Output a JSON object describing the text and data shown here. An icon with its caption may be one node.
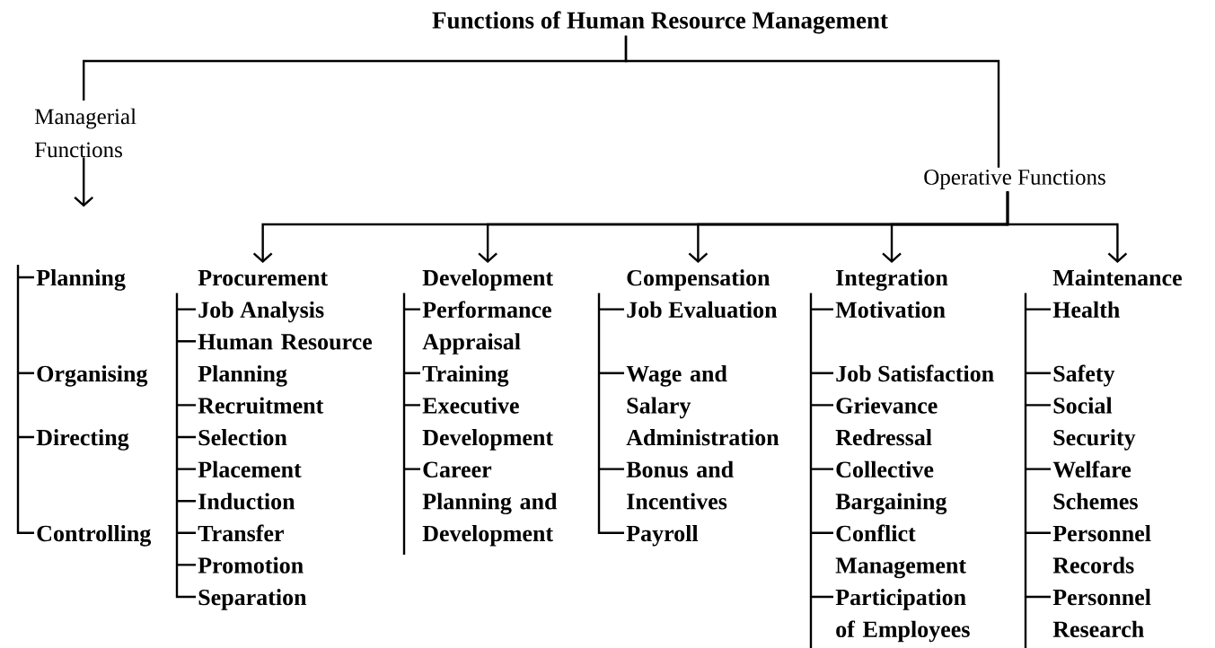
{
  "diagram": {
    "nodes": [
      {
        "text": [
          "Functions of Human Resource Management"
        ]
      },
      {
        "text": [
          "Managerial Functions"
        ]
      },
      {
        "text": [
          "Operative Functions"
        ]
      },
      {
        "text": [
          "Planning"
        ]
      },
      {
        "text": [
          "Organising"
        ]
      },
      {
        "text": [
          "Directing"
        ]
      },
      {
        "text": [
          "Controlling"
        ]
      },
      {
        "text": [
          "Procurement"
        ]
      },
      {
        "text": [
          "Job Analysis"
        ]
      },
      {
        "text": [
          "Human Resource Planning"
        ]
      },
      {
        "text": [
          "Recruitment"
        ]
      },
      {
        "text": [
          "Selection"
        ]
      },
      {
        "text": [
          "Placement"
        ]
      },
      {
        "text": [
          "Induction"
        ]
      },
      {
        "text": [
          "Transfer"
        ]
      },
      {
        "text": [
          "Promotion"
        ]
      },
      {
        "text": [
          "Separation"
        ]
      },
      {
        "text": [
          "Development"
        ]
      },
      {
        "text": [
          "Performance Appraisal"
        ]
      },
      {
        "text": [
          "Training"
        ]
      },
      {
        "text": [
          "Executive Development"
        ]
      },
      {
        "text": [
          "Career Planning and Development"
        ]
      },
      {
        "text": [
          "Compensation"
        ]
      },
      {
        "text": [
          "Job Evaluation"
        ]
      },
      {
        "text": [
          "Wage and Salary Administration"
        ]
      },
      {
        "text": [
          "Bonus and Incentives"
        ]
      },
      {
        "text": [
          "Payroll"
        ]
      },
      {
        "text": [
          "Integration"
        ]
      },
      {
        "text": [
          "Motivation"
        ]
      },
      {
        "text": [
          "Job Satisfaction"
        ]
      },
      {
        "text": [
          "Grievance Redressal"
        ]
      },
      {
        "text": [
          "Collective Bargaining"
        ]
      },
      {
        "text": [
          "Conflict Management"
        ]
      },
      {
        "text": [
          "Participation of Employees"
        ]
      },
      {
        "text": [
          "Maintenance"
        ]
      },
      {
        "text": [
          "Health"
        ]
      },
      {
        "text": [
          "Safety"
        ]
      },
      {
        "text": [
          "Social Security"
        ]
      },
      {
        "text": [
          "Welfare Schemes"
        ]
      },
      {
        "text": [
          "Personnel Records"
        ]
      },
      {
        "text": [
          "Personnel Research"
        ]
      }
    ],
    "edges": [
      {
        "from": 0,
        "to": 1,
        "arrow": "none"
      },
      {
        "from": 0,
        "to": 2,
        "arrow": "none"
      },
      {
        "from": 1,
        "to": null,
        "arrow": "to"
      },
      {
        "from": 2,
        "to": 7,
        "arrow": "to"
      },
      {
        "from": 2,
        "to": 17,
        "arrow": "to"
      },
      {
        "from": 2,
        "to": 22,
        "arrow": "to"
      },
      {
        "from": 2,
        "to": 27,
        "arrow": "to"
      },
      {
        "from": 2,
        "to": 34,
        "arrow": "to"
      }
    ]
  }
}
